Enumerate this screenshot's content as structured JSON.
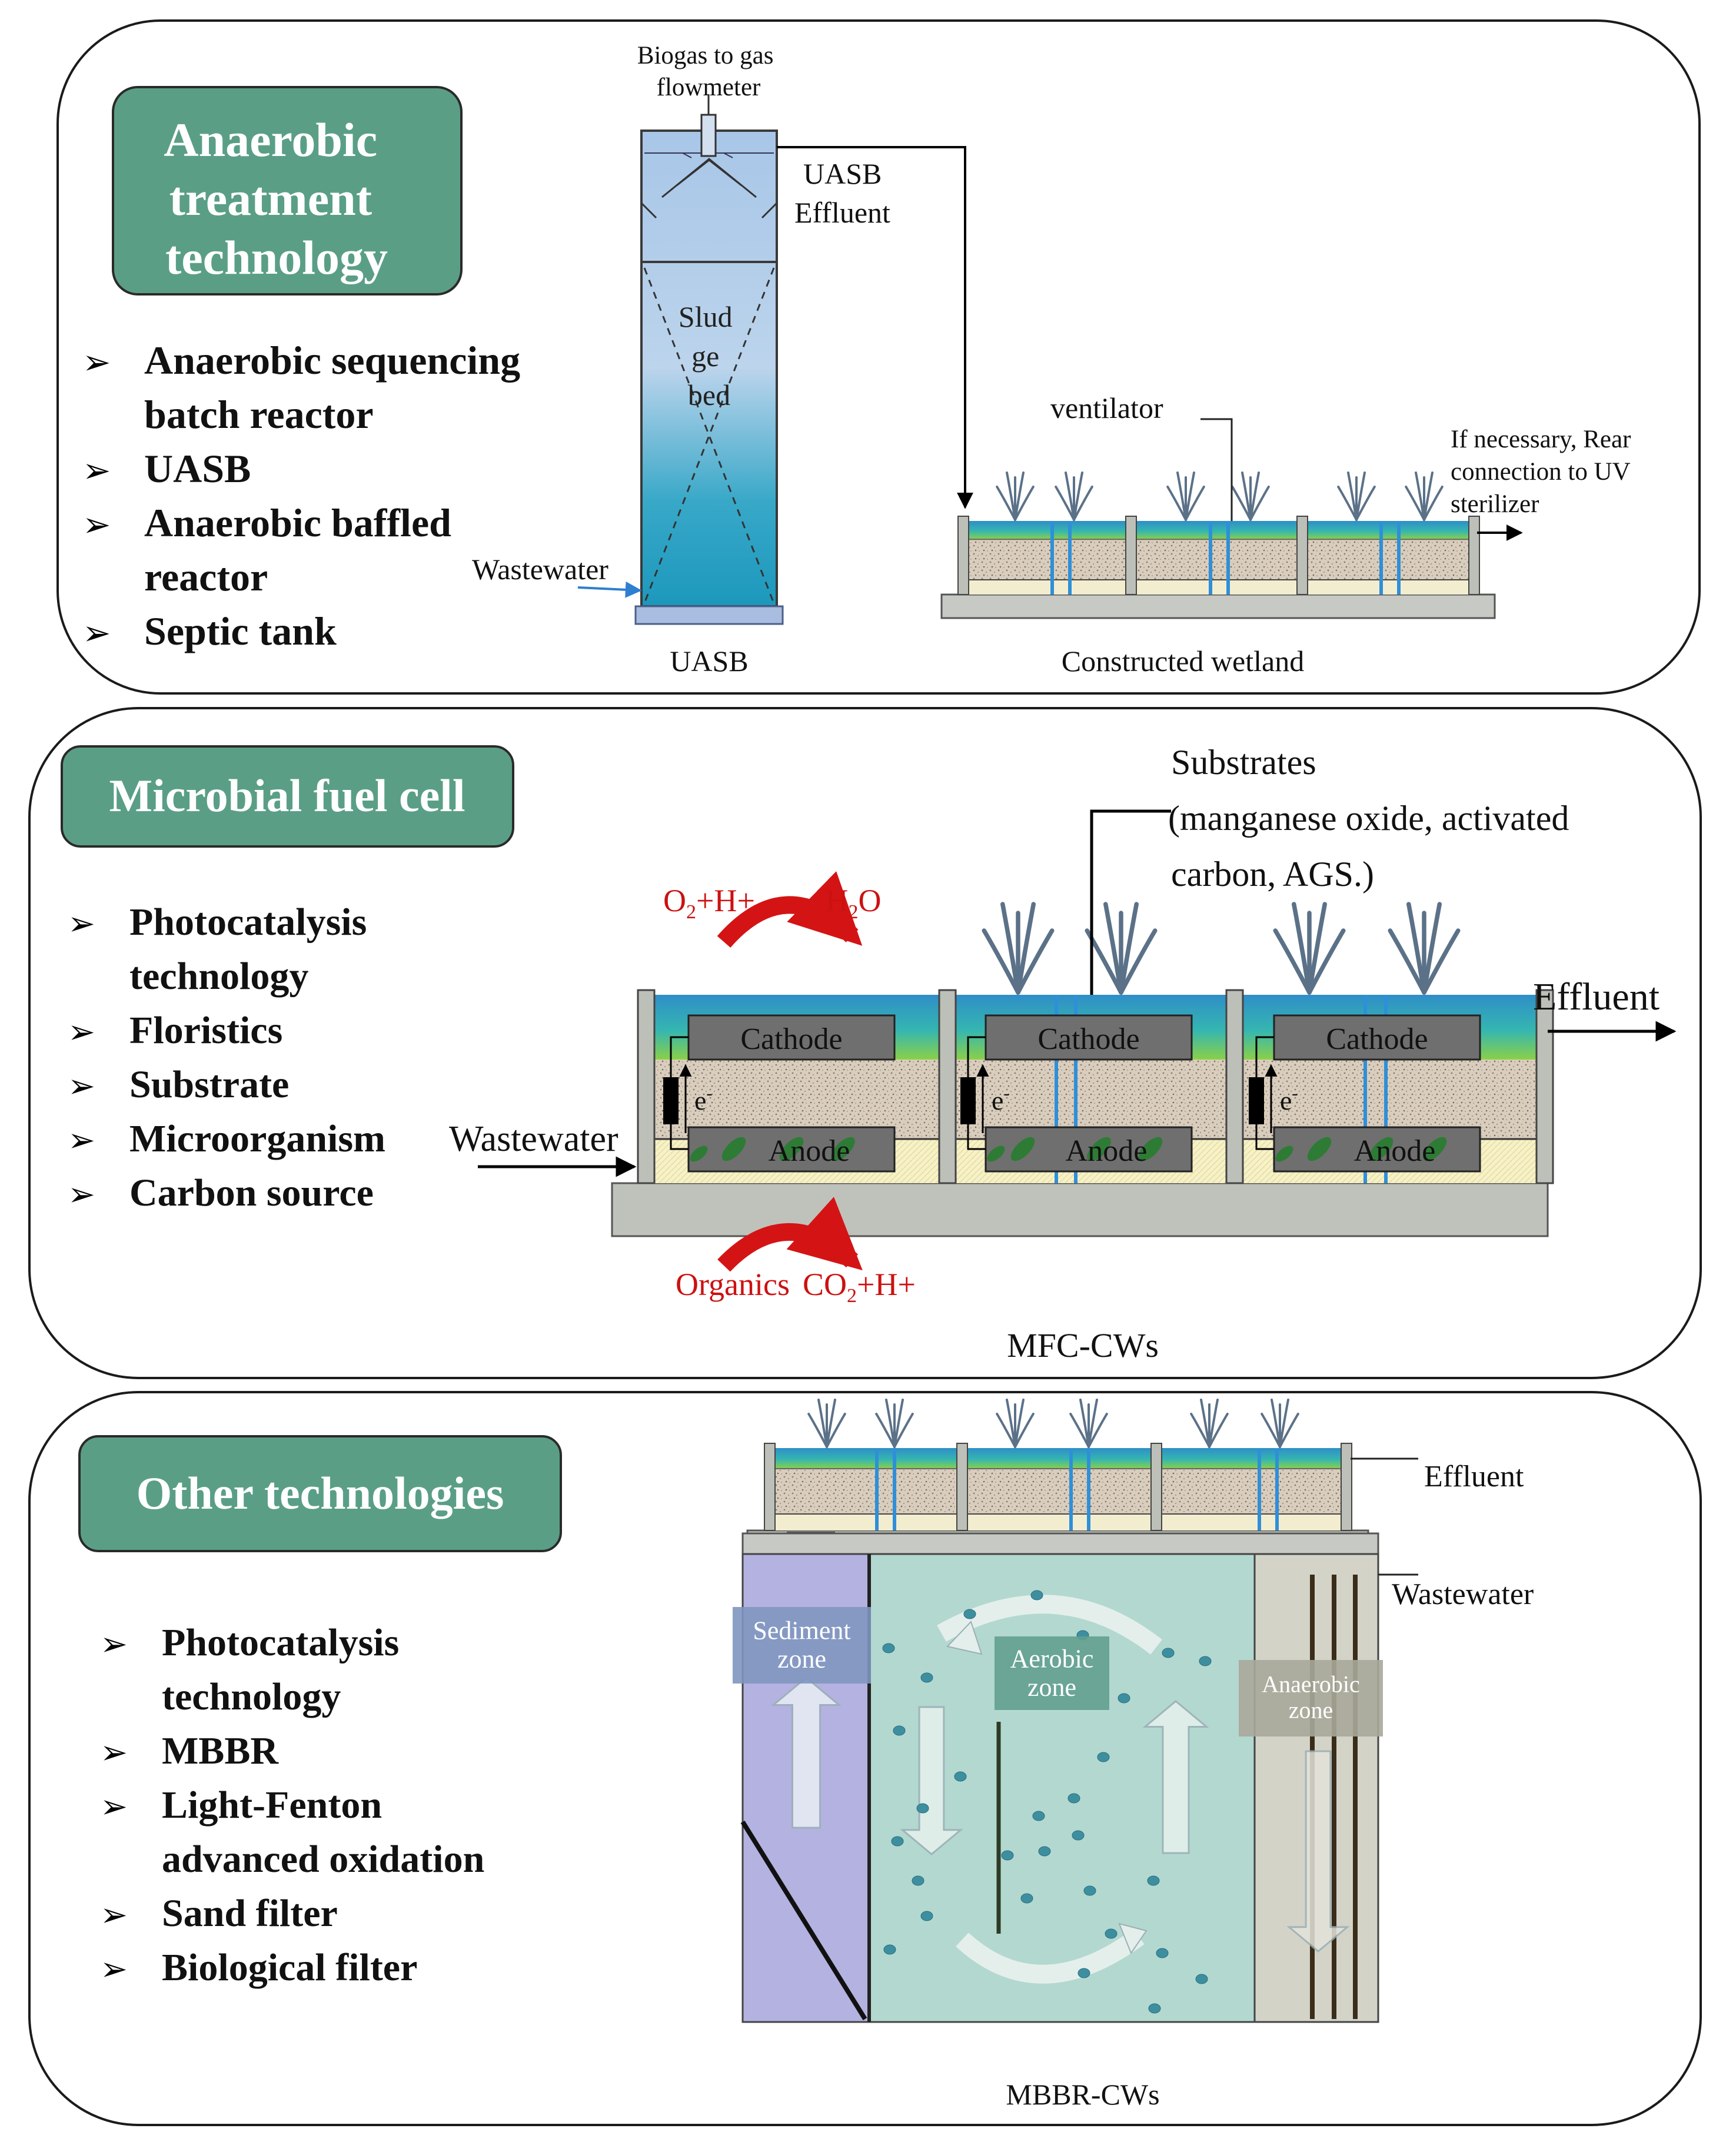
{
  "panels": [
    {
      "title": "Anaerobic treatment technology",
      "title_lines": [
        "Anaerobic",
        "treatment",
        "technology"
      ],
      "bullets": [
        [
          "Anaerobic sequencing",
          "batch reactor"
        ],
        [
          "UASB"
        ],
        [
          "Anaerobic baffled",
          "reactor"
        ],
        [
          "Septic tank"
        ]
      ]
    },
    {
      "title": "Microbial fuel cell",
      "bullets": [
        [
          "Photocatalysis",
          "technology"
        ],
        [
          "Floristics"
        ],
        [
          "Substrate"
        ],
        [
          "Microorganism"
        ],
        [
          "Carbon source"
        ]
      ]
    },
    {
      "title": "Other technologies",
      "bullets": [
        [
          "Photocatalysis",
          "technology"
        ],
        [
          "MBBR"
        ],
        [
          "Light-Fenton",
          "advanced oxidation"
        ],
        [
          "Sand filter"
        ],
        [
          "Biological filter"
        ]
      ]
    }
  ],
  "bullet_glyph": "➢",
  "uasb": {
    "biogas": [
      "Biogas to gas",
      "flowmeter"
    ],
    "sludge": [
      "Slud",
      "ge",
      "bed"
    ],
    "effluent": [
      "UASB",
      "Effluent"
    ],
    "wastewater": "Wastewater",
    "caption": "UASB"
  },
  "wetland": {
    "ventilator": "ventilator",
    "note": [
      "If necessary, Rear",
      "connection to UV",
      "sterilizer"
    ],
    "caption": "Constructed wetland"
  },
  "mfc": {
    "substrates": [
      "Substrates",
      "(manganese oxide, activated",
      "carbon, AGS.)"
    ],
    "effluent": "Effluent",
    "wastewater": "Wastewater",
    "cathode": "Cathode",
    "anode": "Anode",
    "electron": "e",
    "cathode_reaction": {
      "in": "O2+H+",
      "out": "H2O"
    },
    "anode_reaction": {
      "in": "Organics",
      "out": "CO2+H+"
    },
    "caption": "MFC-CWs"
  },
  "mbbr": {
    "effluent": "Effluent",
    "wastewater": "Wastewater",
    "sediment": [
      "Sediment",
      "zone"
    ],
    "aerobic": [
      "Aerobic",
      "zone"
    ],
    "anaerobic": [
      "Anaerobic",
      "zone"
    ],
    "caption": "MBBR-CWs"
  },
  "colors": {
    "panel_title_bg": "#5a9f85",
    "reaction_red": "#cc1111",
    "water_blue": "#2f8fd8",
    "sediment_purple": "#b4b2e0",
    "aerobic_teal": "#b3d8d0",
    "anaerobic_gray": "#d4d3c8"
  }
}
